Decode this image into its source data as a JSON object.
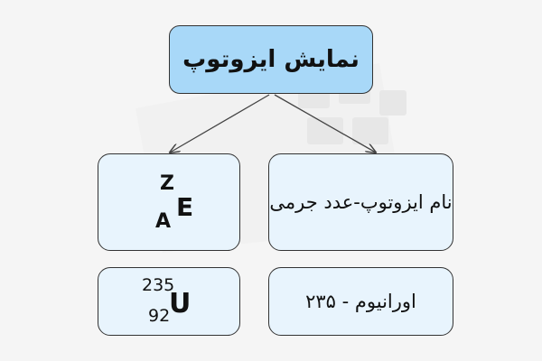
{
  "root": {
    "label": "نمایش ایزوتوپ"
  },
  "notation": {
    "top": "Z",
    "symbol": "E",
    "bottom": "A"
  },
  "notation_desc": {
    "label": "نام ایزوتوپ-عدد جرمی"
  },
  "example": {
    "top": "235",
    "symbol": "U",
    "bottom": "92"
  },
  "example_desc": {
    "label": "اورانیوم - ۲۳۵"
  },
  "colors": {
    "root_fill": "#a8d8f8",
    "child_fill": "#e8f4fd",
    "border": "#333333",
    "background": "#f5f5f5"
  }
}
